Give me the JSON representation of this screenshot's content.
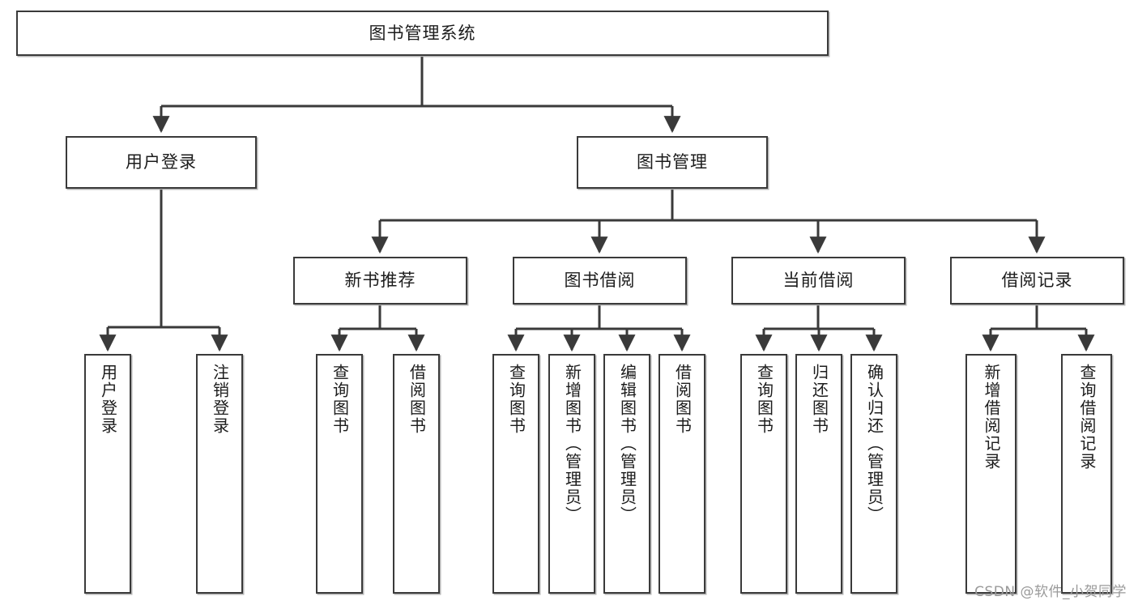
{
  "diagram": {
    "type": "tree",
    "title": "图书管理系统",
    "root": {
      "id": "root",
      "label": "图书管理系统"
    },
    "level2": [
      {
        "id": "user-login",
        "label": "用户登录"
      },
      {
        "id": "book-manage",
        "label": "图书管理"
      }
    ],
    "level3": [
      {
        "id": "new-book-rec",
        "label": "新书推荐"
      },
      {
        "id": "book-borrow",
        "label": "图书借阅"
      },
      {
        "id": "current-borrow",
        "label": "当前借阅"
      },
      {
        "id": "borrow-record",
        "label": "借阅记录"
      }
    ],
    "leaves": [
      {
        "id": "leaf-user-login",
        "label": "用户登录",
        "parent": "user-login"
      },
      {
        "id": "leaf-logout",
        "label": "注销登录",
        "parent": "user-login"
      },
      {
        "id": "leaf-query-book-1",
        "label": "查询图书",
        "parent": "new-book-rec"
      },
      {
        "id": "leaf-borrow-book-1",
        "label": "借阅图书",
        "parent": "new-book-rec"
      },
      {
        "id": "leaf-query-book-2",
        "label": "查询图书",
        "parent": "book-borrow"
      },
      {
        "id": "leaf-add-book",
        "label": "新增图书（管理员）",
        "parent": "book-borrow"
      },
      {
        "id": "leaf-edit-book",
        "label": "编辑图书（管理员）",
        "parent": "book-borrow"
      },
      {
        "id": "leaf-borrow-book-2",
        "label": "借阅图书",
        "parent": "book-borrow"
      },
      {
        "id": "leaf-query-book-3",
        "label": "查询图书",
        "parent": "current-borrow"
      },
      {
        "id": "leaf-return-book",
        "label": "归还图书",
        "parent": "current-borrow"
      },
      {
        "id": "leaf-confirm-return",
        "label": "确认归还（管理员）",
        "parent": "current-borrow"
      },
      {
        "id": "leaf-add-record",
        "label": "新增借阅记录",
        "parent": "borrow-record"
      },
      {
        "id": "leaf-query-record",
        "label": "查询借阅记录",
        "parent": "borrow-record"
      }
    ],
    "watermark": "CSDN @软件_小贺同学",
    "colors": {
      "stroke": "#3a3a3a",
      "fill": "#ffffff",
      "text": "#1c1c1c",
      "watermark": "#9a9a9a"
    }
  }
}
